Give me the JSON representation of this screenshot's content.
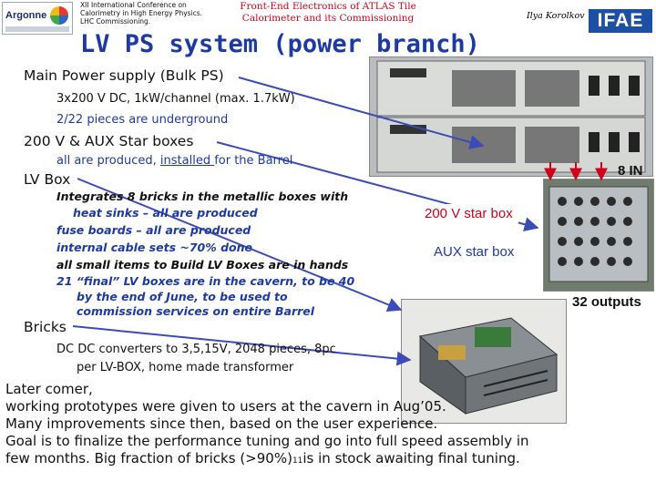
{
  "header": {
    "institute_logo": "Argonne",
    "conference": "XII International Conference on Calorimetry in High Energy Physics. LHC Commissioning.",
    "talk_title": "Front-End Electronics of ATLAS Tile Calorimeter and its Commissioning",
    "author": "Ilya Korolkov",
    "group_logo": "IFAE"
  },
  "slide_title": "LV PS system (power branch)",
  "sections": {
    "main_ps": {
      "heading": "Main Power supply (Bulk PS)",
      "line1": "3x200 V DC, 1kW/channel (max. 1.7kW)",
      "line2": "2/22 pieces are underground"
    },
    "star_boxes": {
      "heading": "200 V & AUX Star boxes",
      "line1_a": "all are produced, ",
      "line1_b": "installed ",
      "line1_c": "for the Barrel"
    },
    "lv_box": {
      "heading": "LV Box",
      "items": [
        "Integrates 8 bricks in the metallic boxes with",
        "heat sinks – all are produced",
        "fuse boards – all are produced",
        "internal cable sets ~70% done",
        "all small items to Build LV Boxes are in hands",
        "21 “final” LV boxes are in the cavern, to be 40",
        "by the end of June, to be used to",
        "commission services on entire Barrel"
      ]
    },
    "bricks": {
      "heading": "Bricks",
      "line1": "DC DC converters to 3,5,15V, 2048 pieces, 8pc",
      "line2": "per LV-BOX, home made transformer"
    }
  },
  "labels": {
    "star_200": "200 V star box",
    "star_aux": "AUX star box",
    "in_count": "8 IN",
    "out_count": "32 outputs"
  },
  "footer": {
    "line1": "Later comer,",
    "line2": "working prototypes were given to users at the cavern in Aug’05.",
    "line3": "Many improvements since then, based on the user experience.",
    "line4": "Goal is to finalize the performance tuning and go into full speed assembly in",
    "line5_a": "few months. Big fraction of bricks (>90%)",
    "page_number": "11",
    "line5_b": "is in stock awaiting final tuning."
  },
  "colors": {
    "title_blue": "#1d3aa0",
    "accent_red": "#d0021b",
    "arrow_blue": "#3b4bb8",
    "arrow_red": "#d0021b"
  }
}
